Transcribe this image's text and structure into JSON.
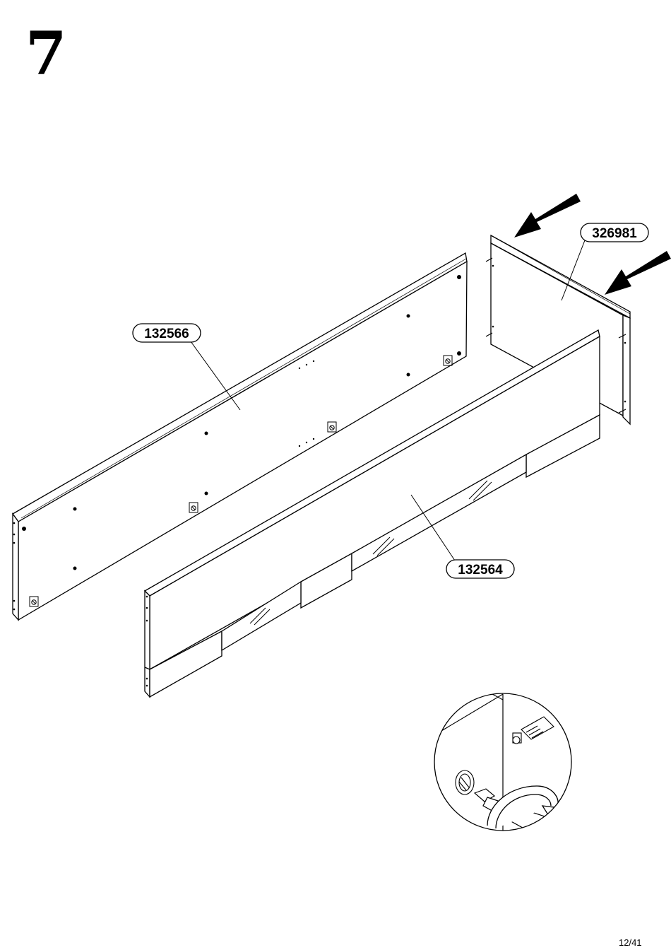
{
  "step": {
    "number": "7"
  },
  "parts": {
    "back_panel": "132566",
    "front_panel": "132564",
    "side_panel": "326981"
  },
  "page": {
    "number": "12/41"
  }
}
